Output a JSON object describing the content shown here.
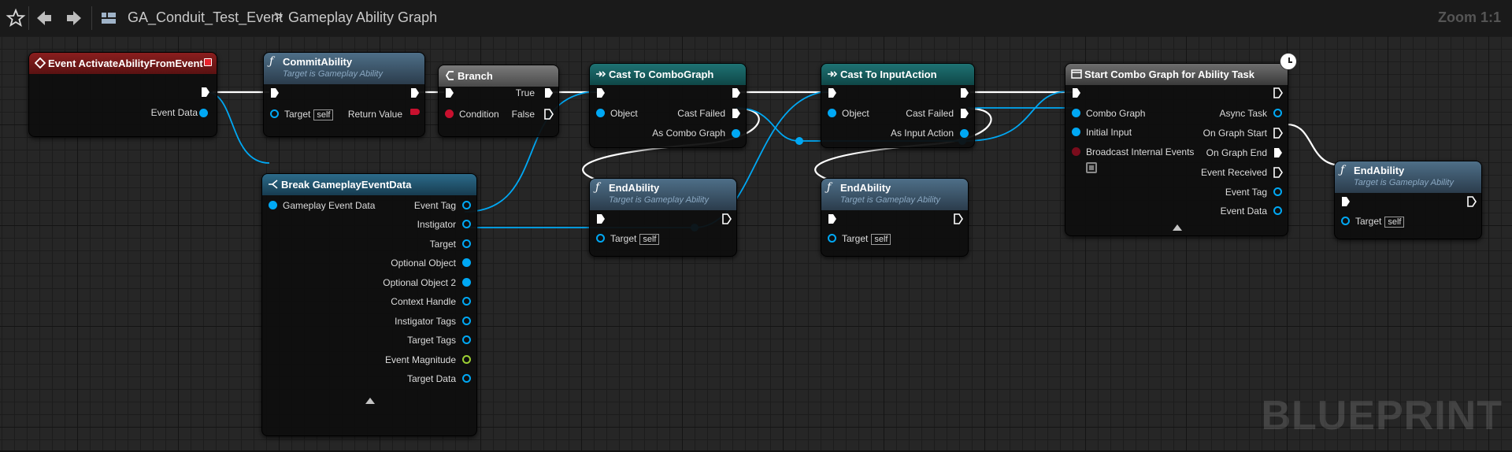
{
  "toolbar": {
    "asset_name": "GA_Conduit_Test_Event",
    "separator": ">",
    "graph_name": "Gameplay Ability Graph",
    "zoom": "Zoom 1:1"
  },
  "watermark": "BLUEPRINT",
  "nodes": {
    "event": {
      "title": "Event ActivateAbilityFromEvent",
      "pin_event_data": "Event Data"
    },
    "commit": {
      "title": "CommitAbility",
      "subtitle": "Target is Gameplay Ability",
      "pin_target": "Target",
      "self": "self",
      "pin_return": "Return Value"
    },
    "branch": {
      "title": "Branch",
      "pin_condition": "Condition",
      "pin_true": "True",
      "pin_false": "False"
    },
    "cast_combo": {
      "title": "Cast To ComboGraph",
      "pin_object": "Object",
      "pin_failed": "Cast Failed",
      "pin_as": "As Combo Graph"
    },
    "cast_input": {
      "title": "Cast To InputAction",
      "pin_object": "Object",
      "pin_failed": "Cast Failed",
      "pin_as": "As Input Action"
    },
    "start_task": {
      "title": "Start Combo Graph for Ability Task",
      "pin_combo": "Combo Graph",
      "pin_input": "Initial Input",
      "pin_broadcast": "Broadcast Internal Events",
      "out_async": "Async Task",
      "out_start": "On Graph Start",
      "out_end": "On Graph End",
      "out_received": "Event Received",
      "out_tag": "Event Tag",
      "out_data": "Event Data"
    },
    "break": {
      "title": "Break GameplayEventData",
      "pin_in": "Gameplay Event Data",
      "outs": [
        "Event Tag",
        "Instigator",
        "Target",
        "Optional Object",
        "Optional Object 2",
        "Context Handle",
        "Instigator Tags",
        "Target Tags",
        "Event Magnitude",
        "Target Data"
      ]
    },
    "end1": {
      "title": "EndAbility",
      "subtitle": "Target is Gameplay Ability",
      "pin_target": "Target",
      "self": "self"
    },
    "end2": {
      "title": "EndAbility",
      "subtitle": "Target is Gameplay Ability",
      "pin_target": "Target",
      "self": "self"
    },
    "end3": {
      "title": "EndAbility",
      "subtitle": "Target is Gameplay Ability",
      "pin_target": "Target",
      "self": "self"
    }
  },
  "colors": {
    "exec_wire": "#ffffff",
    "object_wire": "#00a8f4",
    "event_header": "#8a1e1e",
    "cast_header": "#1e7273"
  }
}
